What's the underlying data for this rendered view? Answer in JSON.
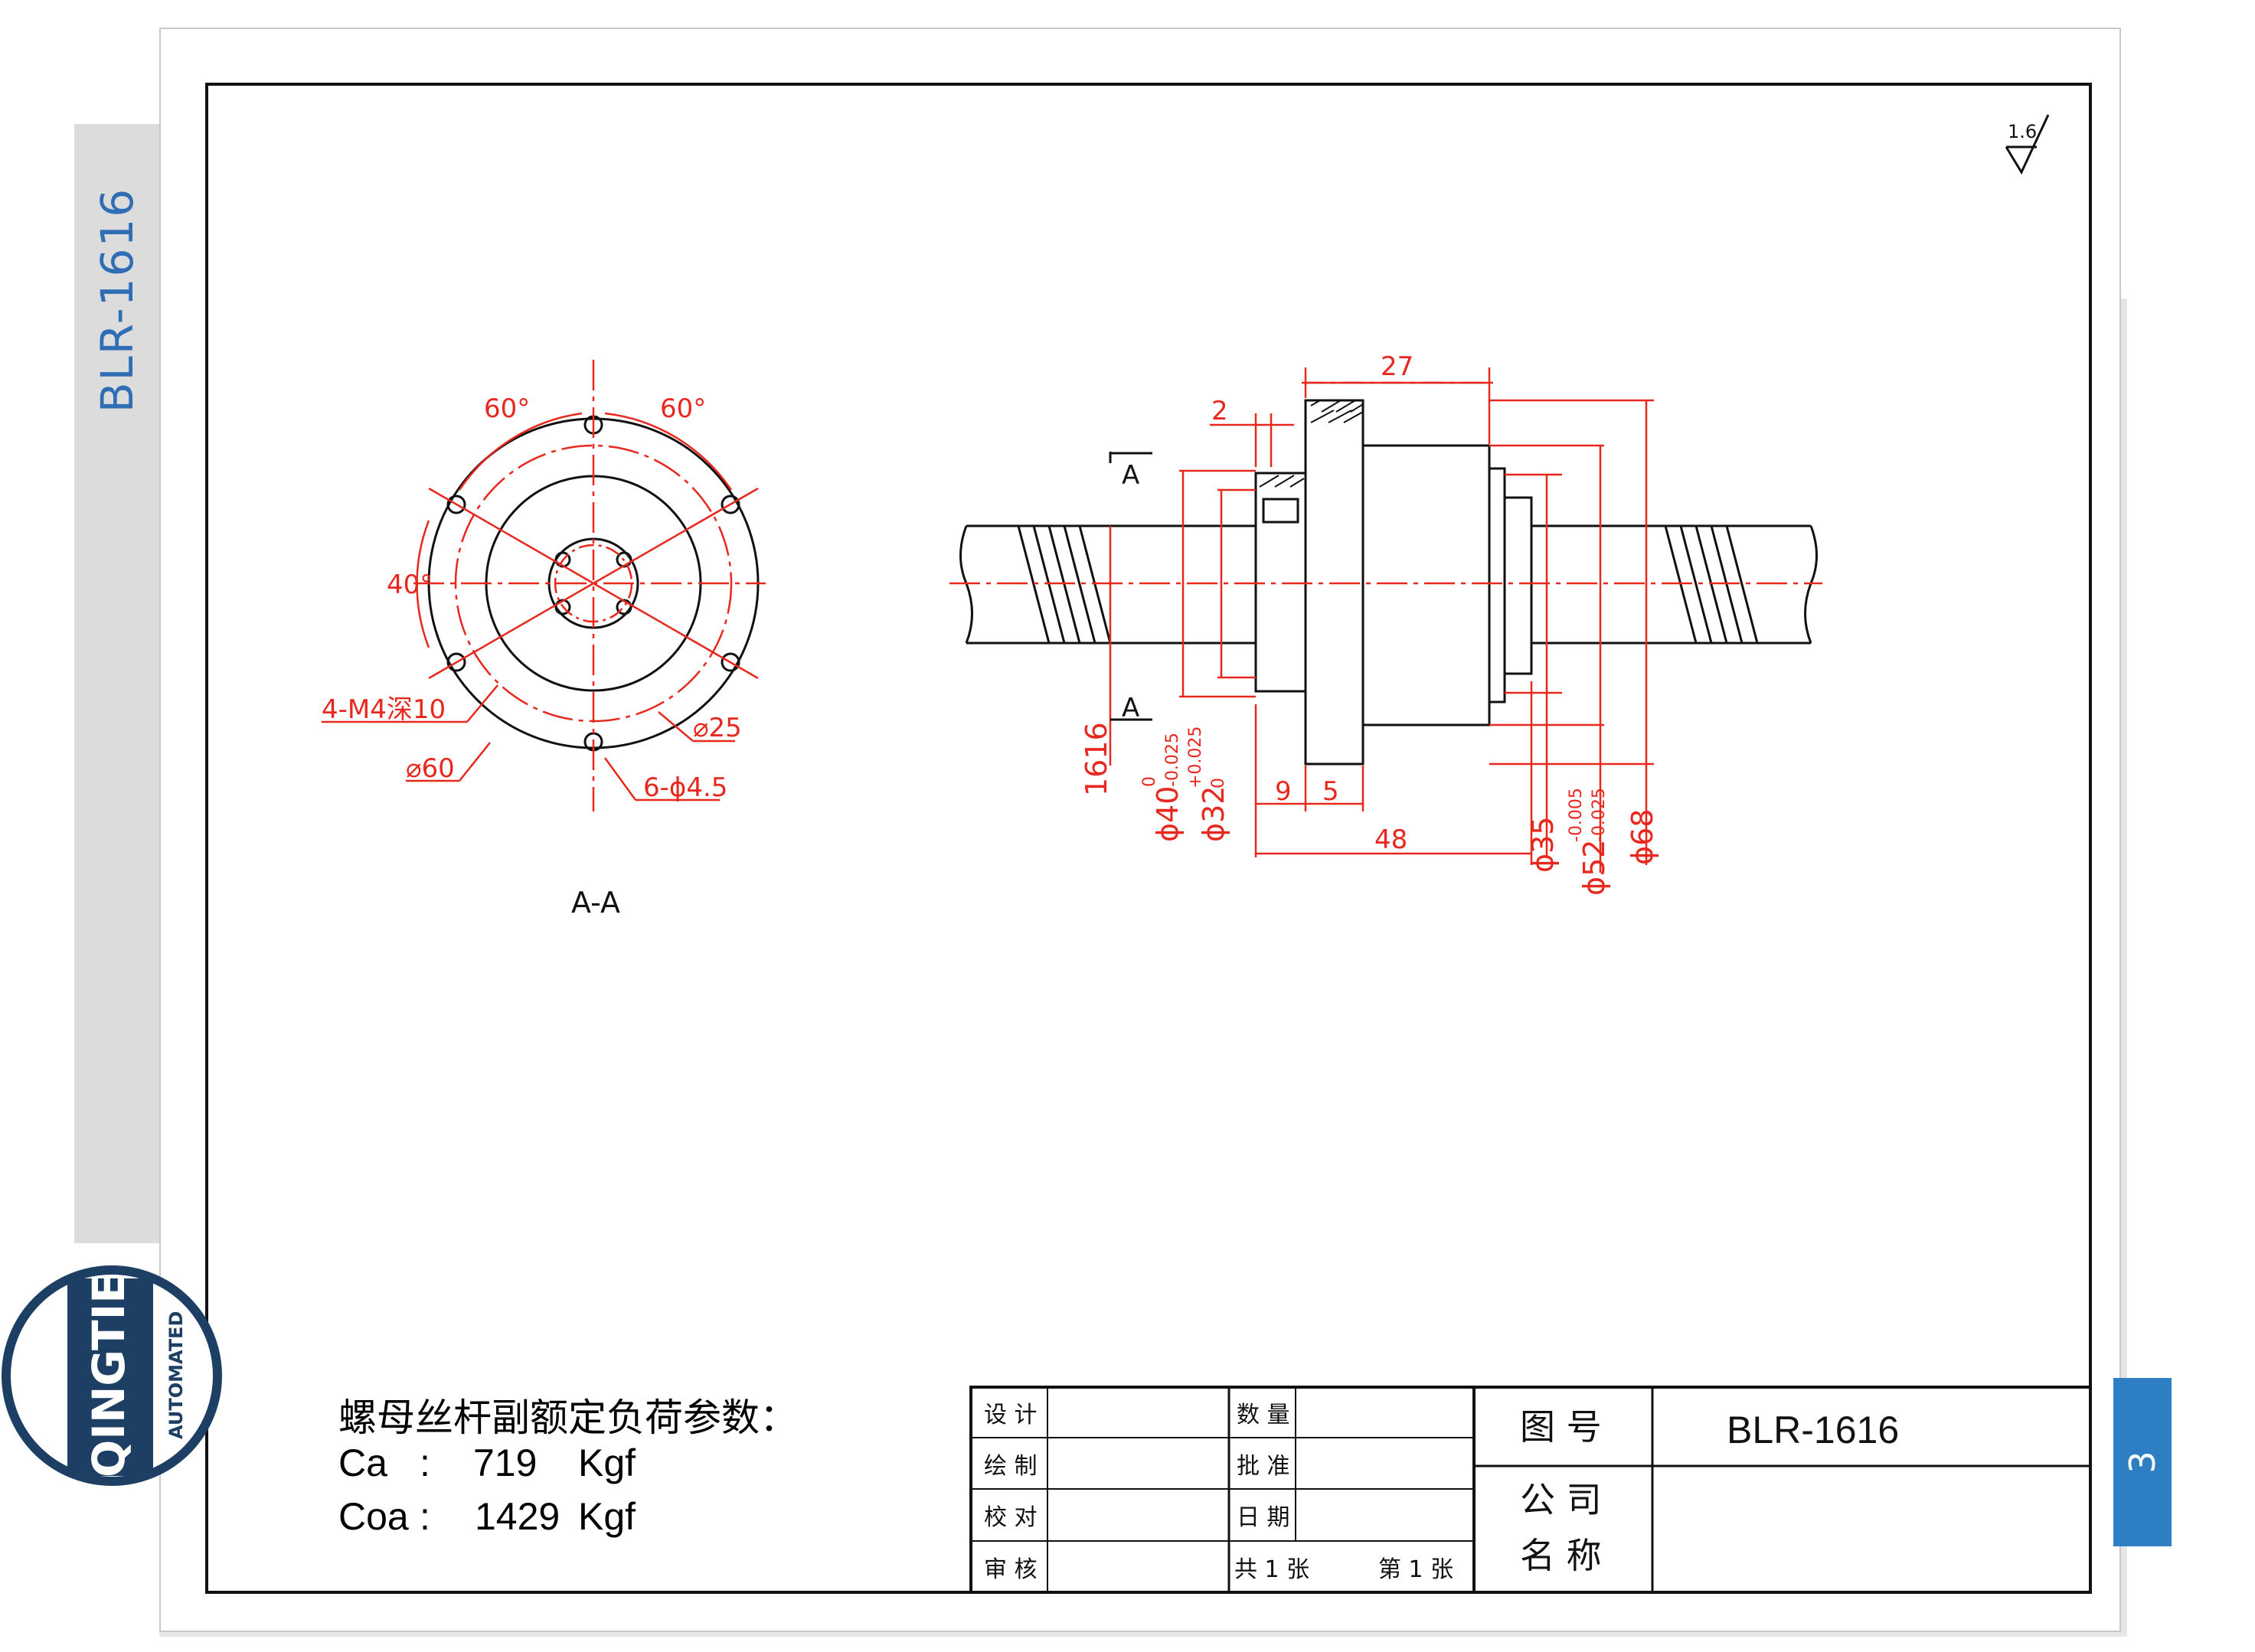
{
  "side_title": "BLR-1616",
  "page_number": "3",
  "logo": {
    "brand": "QINGTIE",
    "sub": "AUTOMATED"
  },
  "roughness": "1.6",
  "section_view": {
    "caption": "A-A",
    "angle_top_left": "60°",
    "angle_top_right": "60°",
    "angle_left": "40°",
    "thread_holes": "4-M4深10",
    "outer_dia": "⌀60",
    "bolt_circle": "⌀25",
    "through_holes": "6-ϕ4.5"
  },
  "side_view": {
    "section_mark": "A",
    "dim_27": "27",
    "dim_2": "2",
    "dim_9": "9",
    "dim_5": "5",
    "dim_48": "48",
    "thread_label": "1616",
    "d40": {
      "base": "ϕ40",
      "up": "0",
      "low": "-0.025"
    },
    "d32": {
      "base": "ϕ32",
      "up": "+0.025",
      "low": "0"
    },
    "d35": "ϕ35",
    "d52": {
      "base": "ϕ52",
      "up": "-0.005",
      "low": "-0.025"
    },
    "d68": "ϕ68"
  },
  "load_params": {
    "title": "螺母丝杆副额定负荷参数：",
    "ca_label": "Ca",
    "ca_value": "719",
    "ca_unit": "Kgf",
    "coa_label": "Coa",
    "coa_value": "1429",
    "coa_unit": "Kgf",
    "colon": ":"
  },
  "title_block": {
    "design": "设 计",
    "draw": "绘 制",
    "check": "校 对",
    "audit": "审 核",
    "qty": "数 量",
    "approve": "批 准",
    "date": "日 期",
    "total_sheets": "共 1 张",
    "sheet_no": "第 1 张",
    "drawing_no_label": "图 号",
    "drawing_no": "BLR-1616",
    "company_1": "公 司",
    "company_2": "名 称"
  },
  "colors": {
    "red": "#e8281e",
    "black": "#111111",
    "blue": "#2f6db5",
    "navy": "#1c3f63"
  }
}
